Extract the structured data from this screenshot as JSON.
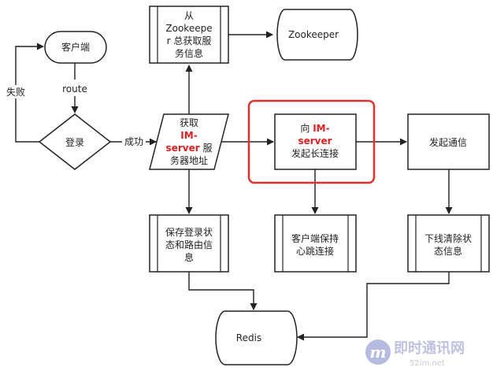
{
  "nodes": {
    "client": "客户端",
    "login": "登录",
    "zk_fetch": [
      "从",
      "Zookeepe",
      "r 总获取服",
      "务信息"
    ],
    "zookeeper": "Zookeeper",
    "get_addr": {
      "l1": "获取",
      "l2": "IM-",
      "l3a": "server",
      "l3b": " 服",
      "l4": "务器地址"
    },
    "connect": {
      "l1a": "向 ",
      "l1b": "IM-",
      "l2": "server",
      "l3": "发起长连接"
    },
    "communicate": "发起通信",
    "save_login": [
      "保存登录状",
      "态和路由信",
      "息"
    ],
    "heartbeat": [
      "客户端保持",
      "心跳连接"
    ],
    "offline": [
      "下线清除状",
      "态信息"
    ],
    "redis": "Redis"
  },
  "edges": {
    "route": "route",
    "fail": "失败",
    "success": "成功"
  },
  "watermark": {
    "brand": "即时通讯网",
    "url": "52im.net",
    "logo": "m"
  },
  "colors": {
    "stroke": "#222222",
    "highlight": "#e03030",
    "accent_text": "#e02020"
  }
}
